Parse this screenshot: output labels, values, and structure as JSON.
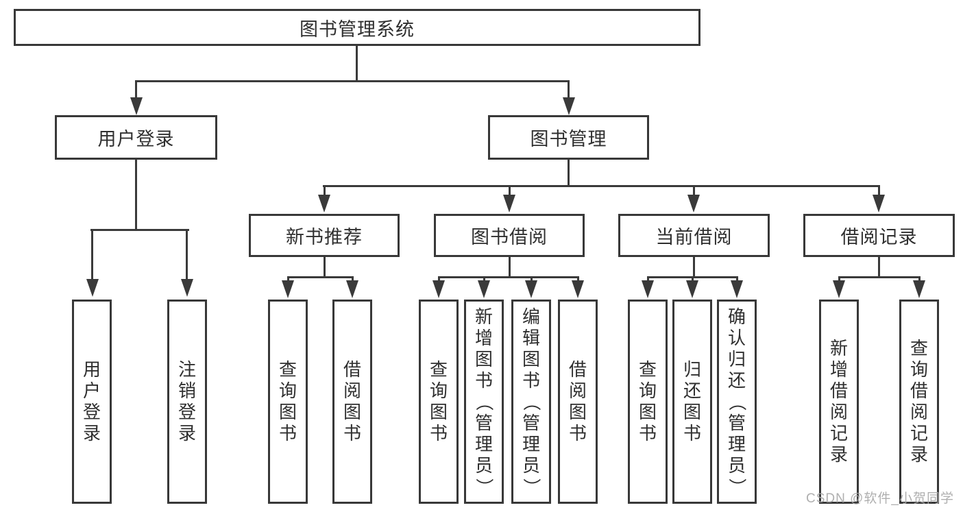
{
  "tree": {
    "root": "图书管理系统",
    "branches": [
      {
        "label": "用户登录",
        "children": [
          "用户登录",
          "注销登录"
        ]
      },
      {
        "label": "图书管理",
        "children": [
          {
            "label": "新书推荐",
            "children": [
              "查询图书",
              "借阅图书"
            ]
          },
          {
            "label": "图书借阅",
            "children": [
              "查询图书",
              "新增图书（管理员）",
              "编辑图书（管理员）",
              "借阅图书"
            ]
          },
          {
            "label": "当前借阅",
            "children": [
              "查询图书",
              "归还图书",
              "确认归还（管理员）"
            ]
          },
          {
            "label": "借阅记录",
            "children": [
              "新增借阅记录",
              "查询借阅记录"
            ]
          }
        ]
      }
    ]
  },
  "watermark": "CSDN @软件_小贺同学",
  "colors": {
    "line": "#3a3a3a",
    "box_border": "#383838",
    "text": "#2f2f2f",
    "watermark": "#a8a8a8",
    "background": "#ffffff"
  }
}
